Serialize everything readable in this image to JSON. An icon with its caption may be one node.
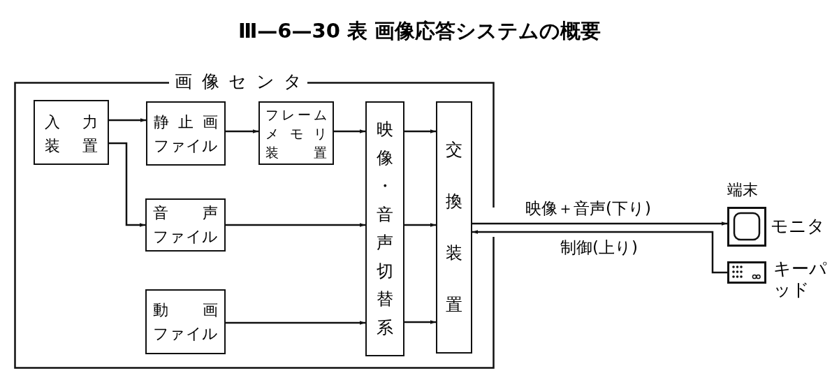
{
  "diagram": {
    "title": "Ⅲ—6—30 表 画像応答システムの概要",
    "nodes": [
      {
        "text": [
          "画像センタ"
        ]
      },
      {
        "text": [
          "入力装置"
        ],
        "in": 0
      },
      {
        "text": [
          "静止画ファイル"
        ],
        "in": 0
      },
      {
        "text": [
          "フレームメモリ装置"
        ],
        "in": 0
      },
      {
        "text": [
          "音声ファイル"
        ],
        "in": 0
      },
      {
        "text": [
          "動画ファイル"
        ],
        "in": 0
      },
      {
        "text": [
          "映像・音声切替系"
        ],
        "in": 0
      },
      {
        "text": [
          "交換装置"
        ],
        "in": 0
      },
      {
        "text": [
          "端末"
        ],
        "beside": [
          "モニタ"
        ]
      },
      {
        "text": [],
        "shape": "keypad",
        "beside": [
          "キーパッド"
        ]
      }
    ],
    "edges": [
      {
        "from": 1,
        "to": 2,
        "arrow": "to"
      },
      {
        "from": 1,
        "to": 4,
        "arrow": "to"
      },
      {
        "from": 2,
        "to": 3,
        "arrow": "to"
      },
      {
        "from": 3,
        "to": 6,
        "arrow": "to"
      },
      {
        "from": 4,
        "to": 6,
        "arrow": "to"
      },
      {
        "from": 5,
        "to": 6,
        "arrow": "to"
      },
      {
        "from": 6,
        "to": 7,
        "arrow": "to"
      },
      {
        "from": 6,
        "to": 7,
        "arrow": "to"
      },
      {
        "from": 6,
        "to": 7,
        "arrow": "to"
      },
      {
        "from": 7,
        "to": 8,
        "arrow": "to",
        "label": "映像＋音声(下り)"
      },
      {
        "from": 9,
        "to": 7,
        "arrow": "to",
        "label": "制御(上り)"
      }
    ]
  }
}
